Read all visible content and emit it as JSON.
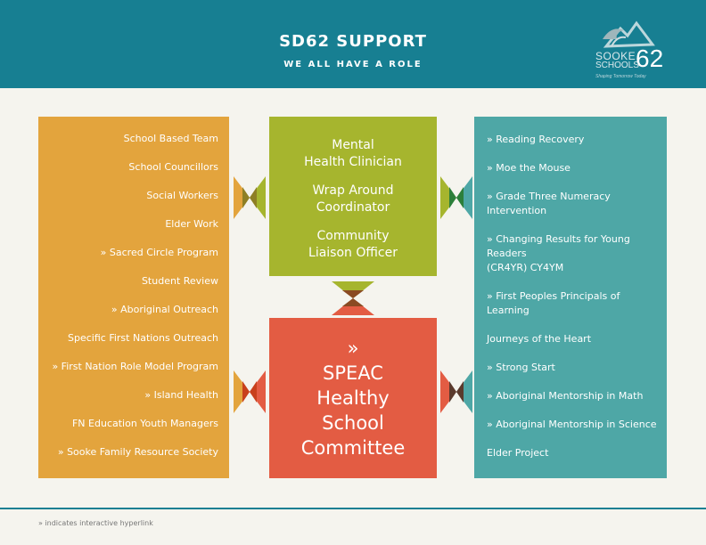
{
  "header": {
    "title": "SD62 SUPPORT",
    "subtitle": "WE ALL HAVE A ROLE",
    "logo": {
      "word1": "SOOKE",
      "word2": "SCHOOLS",
      "number": "62",
      "tagline": "Shaping Tomorrow Today"
    }
  },
  "left_list": [
    "School  Based Team",
    "School Councillors",
    "Social Workers",
    "Elder Work",
    "» Sacred Circle Program",
    "Student Review",
    "» Aboriginal Outreach",
    "Specific First Nations Outreach",
    "» First Nation Role Model Program",
    "» Island Health",
    "FN Education Youth Managers",
    "» Sooke Family Resource Society"
  ],
  "center_top": {
    "line1": "Mental\nHealth Clinician",
    "line2": "Wrap Around\nCoordinator",
    "line3": "Community\nLiaison Officer"
  },
  "center_bottom": {
    "text": "»\nSPEAC\nHealthy\nSchool\nCommittee"
  },
  "right_list": [
    "» Reading Recovery",
    "» Moe the Mouse",
    "» Grade Three Numeracy Intervention",
    "» Changing Results for Young Readers\n(CR4YR) CY4YM",
    "» First Peoples Principals of Learning",
    "Journeys of the Heart",
    "» Strong Start",
    "» Aboriginal Mentorship in Math",
    "» Aboriginal Mentorship in Science",
    "Elder Project"
  ],
  "footnote": "» indicates interactive hyperlink",
  "colors": {
    "header": "#177f92",
    "left": "#e3a43d",
    "right": "#4ea7a6",
    "top_center": "#a6b52e",
    "bottom_center": "#e35c43",
    "connector_dark_green": "#7a8a1f",
    "connector_dark_teal": "#2c7f6a",
    "connector_dark_red": "#b8321f",
    "connector_dark_brown": "#6a3a2a"
  }
}
